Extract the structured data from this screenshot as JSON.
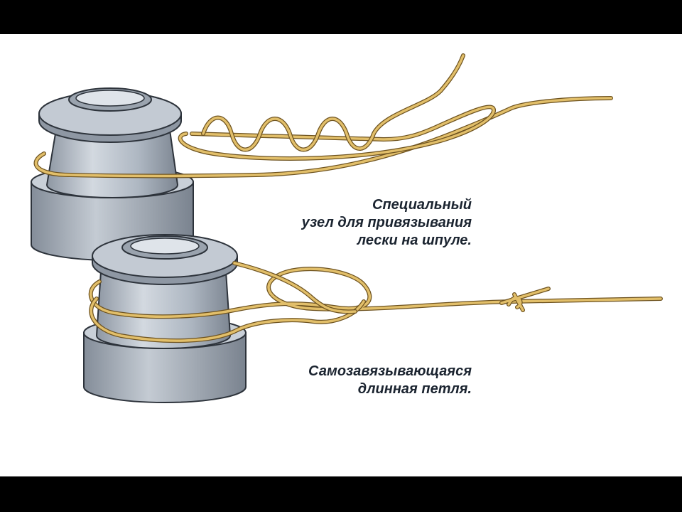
{
  "captions": {
    "knot_1": {
      "lines": [
        "Специальный",
        "узел для привязывания",
        "лески на шпуле."
      ]
    },
    "knot_2": {
      "lines": [
        "Самозавязывающаяся",
        "длинная петля."
      ]
    }
  },
  "colors": {
    "background": "#ffffff",
    "border": "#000000",
    "spool_metal": "#b6bfca",
    "spool_shadow": "#8f98a4",
    "line_gold": "#d9b45c",
    "line_dark": "#7a5a1f",
    "text": "#1b2430"
  }
}
